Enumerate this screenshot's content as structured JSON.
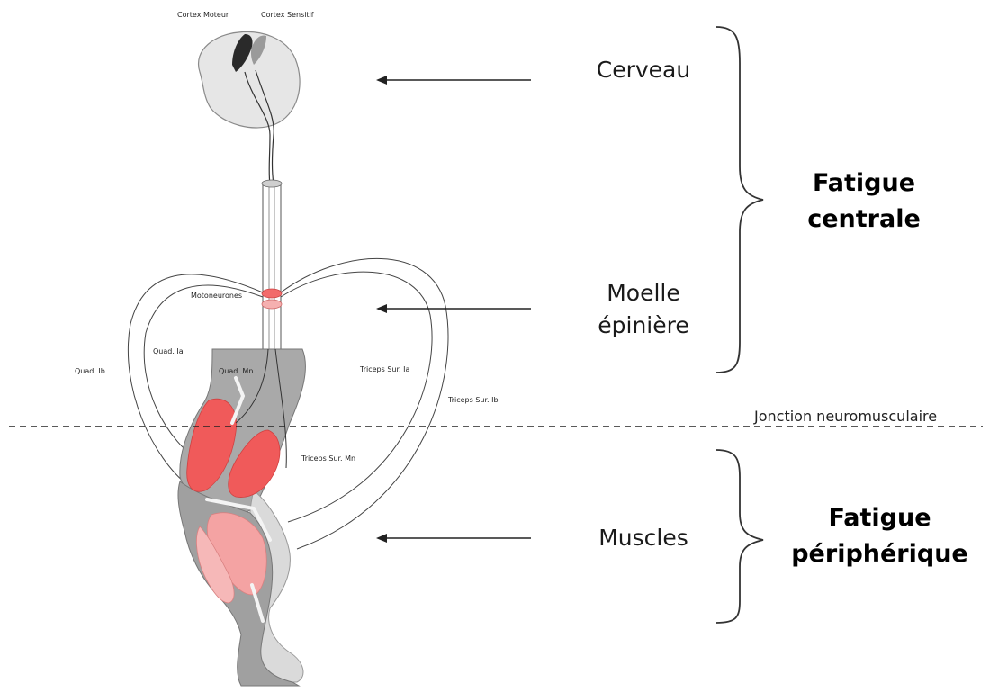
{
  "labels": {
    "cortex_moteur": "Cortex Moteur",
    "cortex_sensitif": "Cortex Sensitif",
    "cerveau": "Cerveau",
    "moelle_line1": "Moelle",
    "moelle_line2": "épinière",
    "muscles": "Muscles",
    "fatigue_centrale_line1": "Fatigue",
    "fatigue_centrale_line2": "centrale",
    "fatigue_peripherique_line1": "Fatigue",
    "fatigue_peripherique_line2": "périphérique",
    "jonction": "Jonction neuromusculaire",
    "motoneurones": "Motoneurones",
    "quad_ib": "Quad. Ib",
    "quad_ia": "Quad. Ia",
    "quad_mn": "Quad. Mn",
    "triceps_ia": "Triceps Sur. Ia",
    "triceps_ib": "Triceps Sur. Ib",
    "triceps_mn": "Triceps Sur. Mn"
  },
  "colors": {
    "muscle_red": "#f05a5a",
    "muscle_pink": "#f4a3a3",
    "body_grey": "#a9a9a9",
    "light_grey": "#dcdcdc",
    "line": "#222222"
  }
}
